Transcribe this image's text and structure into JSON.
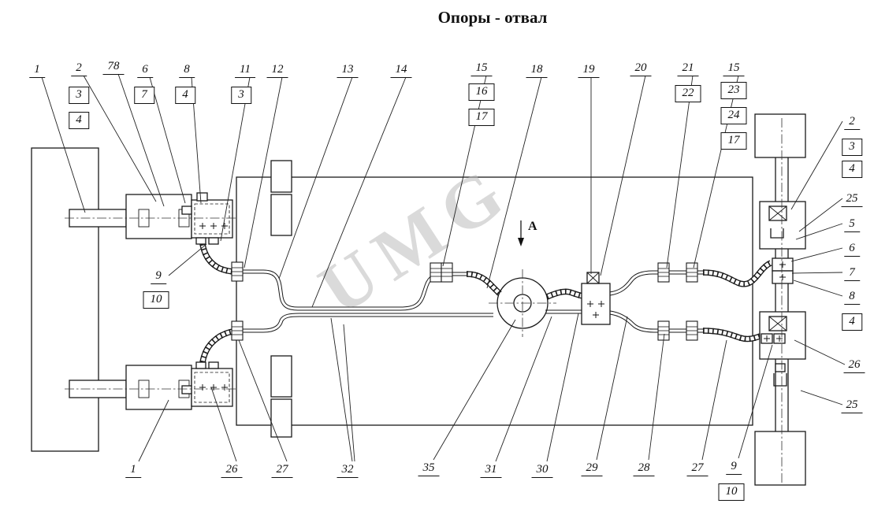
{
  "title": "Опоры - отвал",
  "watermark": {
    "text": "UMG"
  },
  "drawing": {
    "section_label": "А"
  },
  "callouts": [
    {
      "label": "1"
    },
    {
      "label": "2"
    },
    {
      "label": "78"
    },
    {
      "label": "6"
    },
    {
      "label": "8"
    },
    {
      "label": "11"
    },
    {
      "label": "12"
    },
    {
      "label": "13"
    },
    {
      "label": "14"
    },
    {
      "label": "15"
    },
    {
      "label": "18"
    },
    {
      "label": "19"
    },
    {
      "label": "20"
    },
    {
      "label": "21"
    },
    {
      "label": "15"
    },
    {
      "label": "3"
    },
    {
      "label": "4"
    },
    {
      "label": "7"
    },
    {
      "label": "4"
    },
    {
      "label": "3"
    },
    {
      "label": "16"
    },
    {
      "label": "17"
    },
    {
      "label": "22"
    },
    {
      "label": "23"
    },
    {
      "label": "24"
    },
    {
      "label": "17"
    },
    {
      "label": "9"
    },
    {
      "label": "10"
    },
    {
      "label": "2"
    },
    {
      "label": "3"
    },
    {
      "label": "4"
    },
    {
      "label": "25"
    },
    {
      "label": "5"
    },
    {
      "label": "6"
    },
    {
      "label": "7"
    },
    {
      "label": "8"
    },
    {
      "label": "4"
    },
    {
      "label": "26"
    },
    {
      "label": "25"
    },
    {
      "label": "1"
    },
    {
      "label": "26"
    },
    {
      "label": "27"
    },
    {
      "label": "32"
    },
    {
      "label": "35"
    },
    {
      "label": "31"
    },
    {
      "label": "30"
    },
    {
      "label": "29"
    },
    {
      "label": "28"
    },
    {
      "label": "27"
    },
    {
      "label": "9"
    },
    {
      "label": "10"
    }
  ]
}
